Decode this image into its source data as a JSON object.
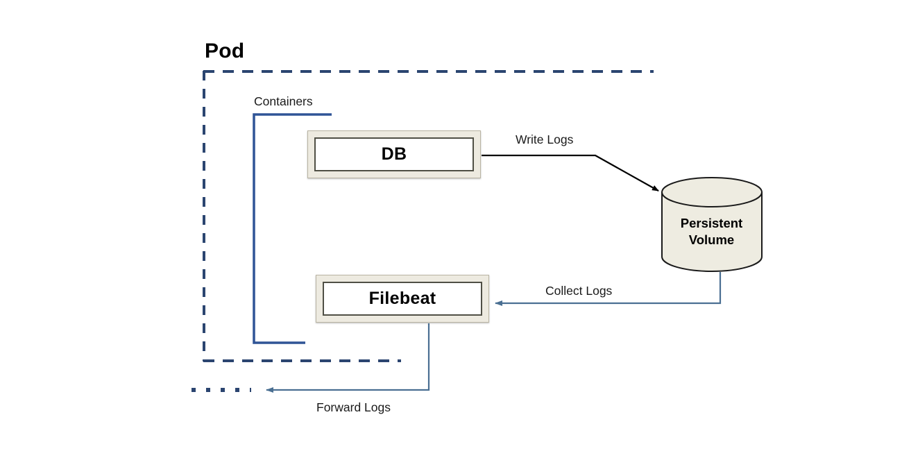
{
  "diagram": {
    "title": "Pod",
    "boundary_label": "Pod",
    "containers_group_label": "Containers",
    "nodes": [
      {
        "id": "db",
        "label": "DB",
        "shape": "rectangle"
      },
      {
        "id": "filebeat",
        "label": "Filebeat",
        "shape": "rectangle"
      },
      {
        "id": "persistent-volume",
        "label_line1": "Persistent",
        "label_line2": "Volume",
        "shape": "cylinder"
      }
    ],
    "edges": [
      {
        "id": "write-logs",
        "label": "Write Logs",
        "from": "db",
        "to": "persistent-volume",
        "color": "#000000"
      },
      {
        "id": "collect-logs",
        "label": "Collect Logs",
        "from": "persistent-volume",
        "to": "filebeat",
        "color": "#4a6f92"
      },
      {
        "id": "forward-logs",
        "label": "Forward Logs",
        "from": "filebeat",
        "to": "pod-boundary",
        "color": "#4a6f92"
      }
    ],
    "colors": {
      "pod_border": "#2b4570",
      "containers_bracket": "#2f5496",
      "edge_blue": "#4a6f92",
      "edge_black": "#000000",
      "node_frame": "#edeae0",
      "node_frame_border": "#4f4f45",
      "cylinder_fill": "#eeece1",
      "cylinder_stroke": "#1a1a1a",
      "background": "#ffffff"
    }
  }
}
